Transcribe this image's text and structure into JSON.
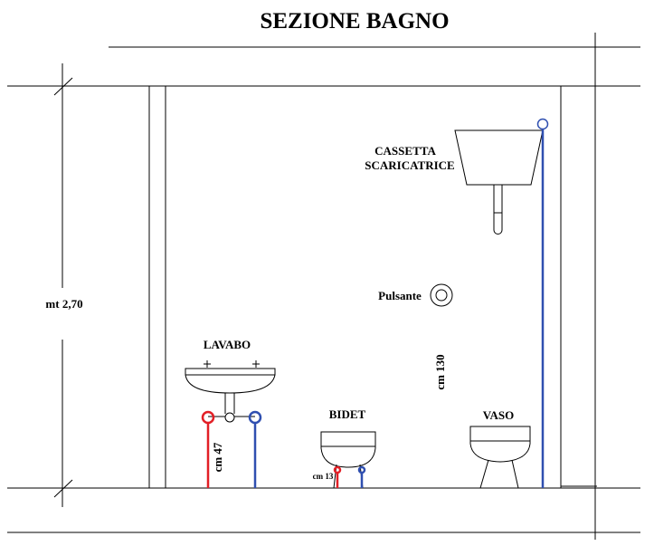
{
  "title": "SEZIONE BAGNO",
  "labels": {
    "wall_height": "mt 2,70",
    "cistern_line1": "CASSETTA",
    "cistern_line2": "SCARICATRICE",
    "button": "Pulsante",
    "basin": "LAVABO",
    "bidet": "BIDET",
    "wc": "VASO",
    "height_130": "cm 130",
    "height_47": "cm 47",
    "height_13": "cm 13"
  },
  "colors": {
    "hot_pipe": "#e21f26",
    "cold_pipe": "#2f4fb0",
    "line": "#000000",
    "background": "#ffffff"
  }
}
